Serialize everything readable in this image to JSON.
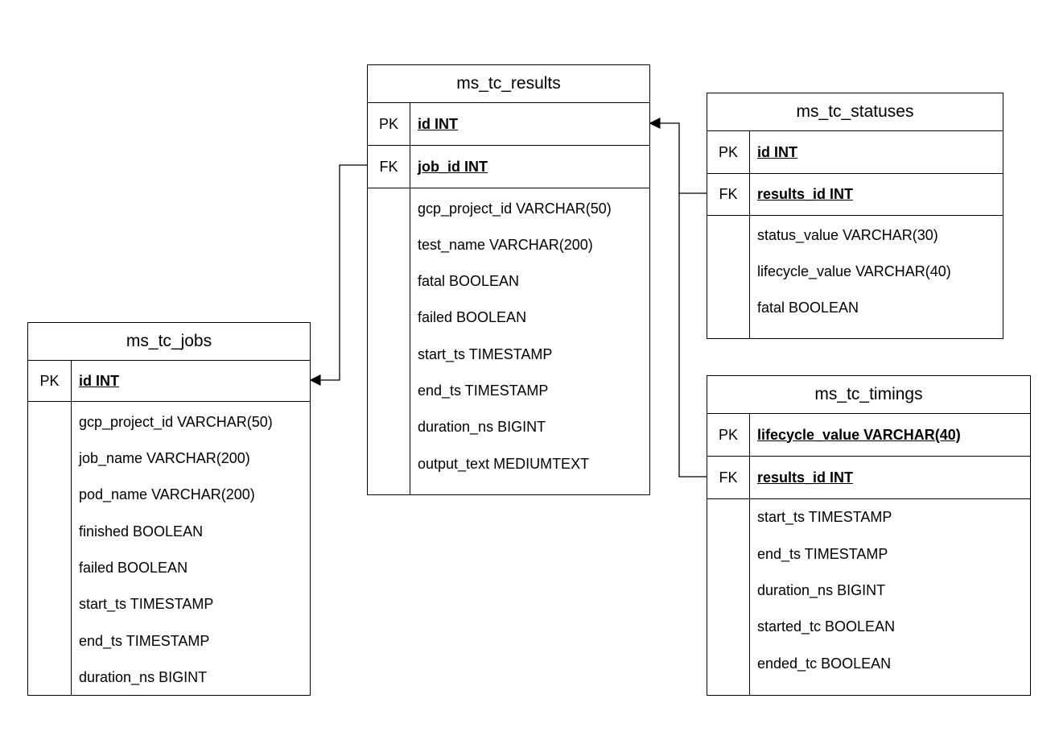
{
  "tables": [
    {
      "name": "ms_tc_results",
      "keys": [
        {
          "key": "PK",
          "field": "id INT"
        },
        {
          "key": "FK",
          "field": "job_id INT"
        }
      ],
      "fields": [
        "gcp_project_id VARCHAR(50)",
        "test_name VARCHAR(200)",
        "fatal BOOLEAN",
        "failed BOOLEAN",
        "start_ts TIMESTAMP",
        "end_ts TIMESTAMP",
        "duration_ns BIGINT",
        "output_text MEDIUMTEXT"
      ]
    },
    {
      "name": "ms_tc_statuses",
      "keys": [
        {
          "key": "PK",
          "field": "id INT"
        },
        {
          "key": "FK",
          "field": "results_id INT"
        }
      ],
      "fields": [
        "status_value VARCHAR(30)",
        "lifecycle_value VARCHAR(40)",
        "fatal BOOLEAN"
      ]
    },
    {
      "name": "ms_tc_jobs",
      "keys": [
        {
          "key": "PK",
          "field": "id INT"
        }
      ],
      "fields": [
        "gcp_project_id VARCHAR(50)",
        "job_name VARCHAR(200)",
        "pod_name VARCHAR(200)",
        "finished BOOLEAN",
        "failed BOOLEAN",
        "start_ts TIMESTAMP",
        "end_ts TIMESTAMP",
        "duration_ns BIGINT"
      ]
    },
    {
      "name": "ms_tc_timings",
      "keys": [
        {
          "key": "PK",
          "field": "lifecycle_value VARCHAR(40)"
        },
        {
          "key": "FK",
          "field": "results_id INT"
        }
      ],
      "fields": [
        "start_ts TIMESTAMP",
        "end_ts TIMESTAMP",
        "duration_ns BIGINT",
        "started_tc BOOLEAN",
        "ended_tc BOOLEAN"
      ]
    }
  ]
}
